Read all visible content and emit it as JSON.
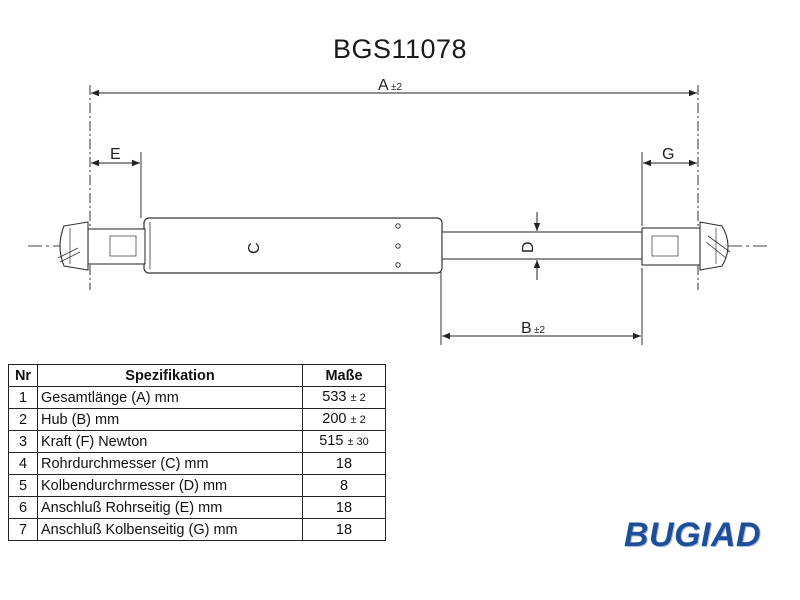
{
  "title": "BGS11078",
  "dimensions": {
    "A": "A",
    "A_tol": "±2",
    "B": "B",
    "B_tol": "±2",
    "C": "C",
    "D": "D",
    "E": "E",
    "G": "G"
  },
  "table": {
    "headers": {
      "nr": "Nr",
      "spec": "Spezifikation",
      "value": "Maße"
    },
    "rows": [
      {
        "nr": "1",
        "spec": "Gesamtlänge (A) mm",
        "value": "533",
        "tol": "± 2"
      },
      {
        "nr": "2",
        "spec": "Hub (B)  mm",
        "value": "200",
        "tol": "± 2"
      },
      {
        "nr": "3",
        "spec": "Kraft (F) Newton",
        "value": "515",
        "tol": "± 30"
      },
      {
        "nr": "4",
        "spec": "Rohrdurchmesser (C) mm",
        "value": "18",
        "tol": ""
      },
      {
        "nr": "5",
        "spec": "Kolbendurchrmesser (D) mm",
        "value": "8",
        "tol": ""
      },
      {
        "nr": "6",
        "spec": "Anschluß Rohrseitig (E) mm",
        "value": "18",
        "tol": ""
      },
      {
        "nr": "7",
        "spec": "Anschluß Kolbenseitig (G) mm",
        "value": "18",
        "tol": ""
      }
    ]
  },
  "brand": {
    "name": "BUGIAD",
    "color": "#1f4e99"
  }
}
